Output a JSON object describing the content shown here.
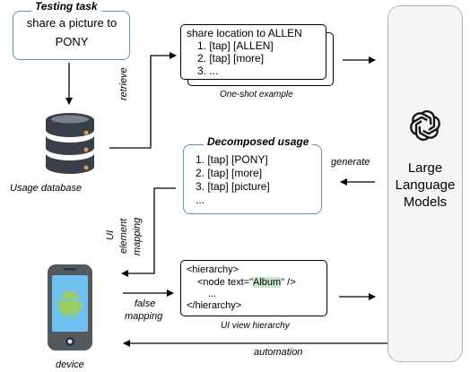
{
  "testing_task": {
    "title": "Testing task",
    "line1": "share a picture to",
    "line2": "PONY"
  },
  "usage_database": {
    "label": "Usage database"
  },
  "retrieve_label": "retrieve",
  "one_shot": {
    "line1": "share location to ALLEN",
    "line2": "1. [tap] [ALLEN]",
    "line3": "2. [tap] [more]",
    "line4": "3. ...",
    "caption": "One-shot example"
  },
  "decomposed": {
    "title": "Decomposed usage",
    "line1": "1. [tap] [PONY]",
    "line2": "2. [tap] [more]",
    "line3": "3. [tap] [picture]",
    "line4": "..."
  },
  "generate_label": "generate",
  "llm": {
    "line1": "Large",
    "line2": "Language",
    "line3": "Models"
  },
  "ui_mapping": {
    "line1": "UI",
    "line2": "element",
    "line3": "mapping"
  },
  "false_mapping": {
    "line1": "false",
    "line2": "mapping"
  },
  "device": {
    "label": "device"
  },
  "hierarchy": {
    "line1": "<hierarchy>",
    "line2_pre": "<node text=\"",
    "line2_hl": "Album",
    "line2_post": "\" />",
    "line3": "...",
    "line4": "</hierarchy>",
    "caption": "UI view hierarchy"
  },
  "automation_label": "automation",
  "colors": {
    "testing_border": "#6c8ebf",
    "decomposed_border": "#6c8ebf",
    "database_fill": "#3a3f4b",
    "phone_body": "#54595f",
    "phone_screen": "#6ec1ef",
    "android_green": "#9ccc65",
    "llm_fill": "#f5f5f5",
    "llm_border": "#b3b3b3"
  }
}
